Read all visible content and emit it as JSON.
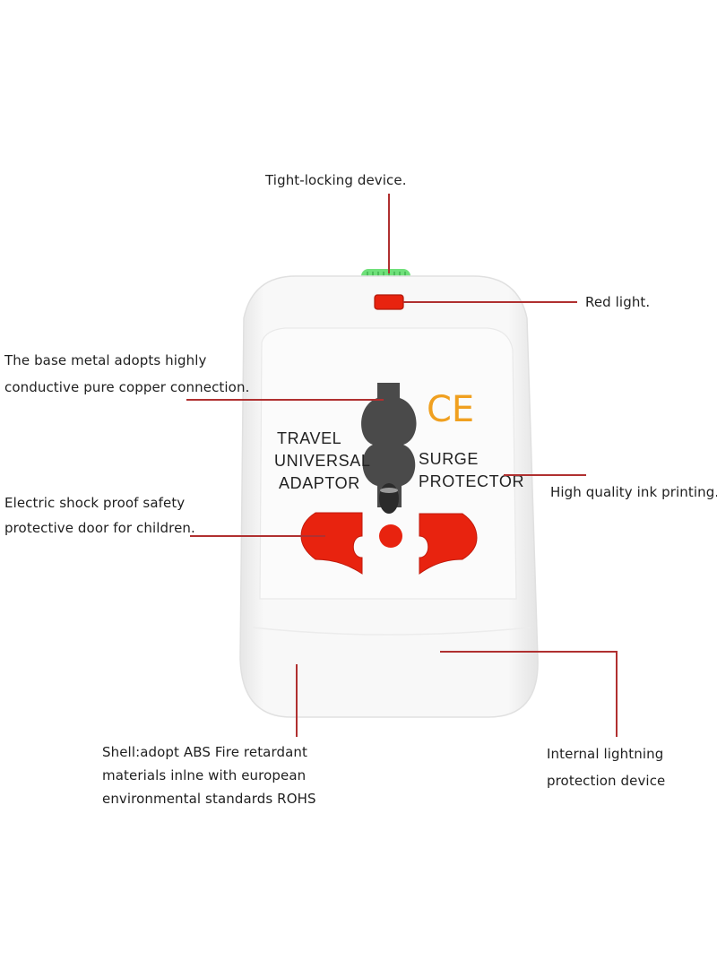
{
  "callouts": {
    "tight_locking": [
      "Tight-locking device."
    ],
    "red_light": [
      "Red light."
    ],
    "copper": [
      "The base metal adopts highly",
      "conductive pure copper connection."
    ],
    "shock_proof": [
      "Electric shock proof safety",
      "protective door for children."
    ],
    "ink_printing": [
      "High quality ink printing."
    ],
    "shell": [
      "Shell:adopt ABS Fire retardant",
      "materials inlne with european",
      "environmental standards ROHS"
    ],
    "lightning": [
      "Internal lightning",
      "protection device"
    ]
  },
  "adapter": {
    "left_text": [
      "TRAVEL",
      "UNIVERSAL",
      "ADAPTOR"
    ],
    "right_text": [
      "SURGE",
      "PROTECTOR"
    ],
    "mark": "CE"
  },
  "colors": {
    "leader_line": "#b03030",
    "socket_red": "#e8230f",
    "ce_mark": "#f0a020",
    "lock_green": "#6fe07a",
    "shell": "#f7f7f7"
  }
}
